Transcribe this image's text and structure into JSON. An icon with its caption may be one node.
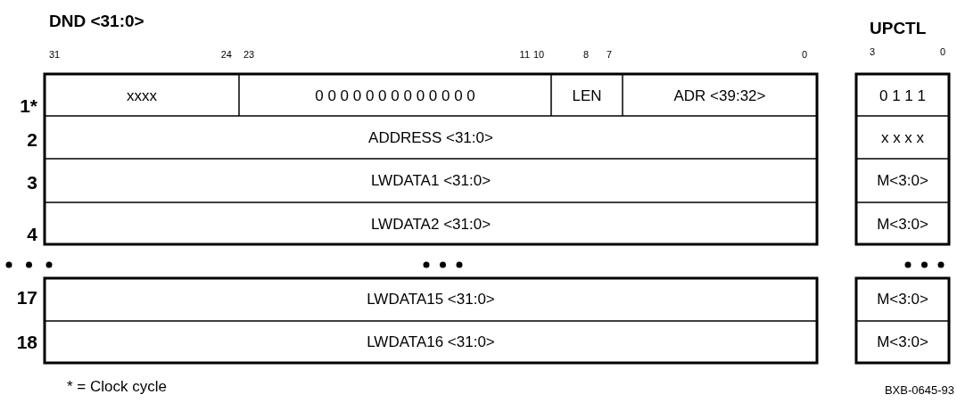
{
  "diagram": {
    "labels": [
      "DND <31:0>",
      "UPCTL",
      "31",
      "24",
      "23",
      "11",
      "10",
      "8",
      "7",
      "0",
      "3",
      "0",
      "1*",
      "xxxx",
      "0 0 0 0 0 0 0 0 0 0 0 0 0",
      "LEN",
      "ADR <39:32>",
      "0 1 1 1",
      "2",
      "ADDRESS <31:0>",
      "x x x x",
      "3",
      "LWDATA1 <31:0>",
      "M<3:0>",
      "4",
      "LWDATA2 <31:0>",
      "M<3:0>",
      "17",
      "LWDATA15 <31:0>",
      "M<3:0>",
      "18",
      "LWDATA16 <31:0>",
      "M<3:0>",
      "* = Clock cycle",
      "BXB-0645-93"
    ]
  }
}
